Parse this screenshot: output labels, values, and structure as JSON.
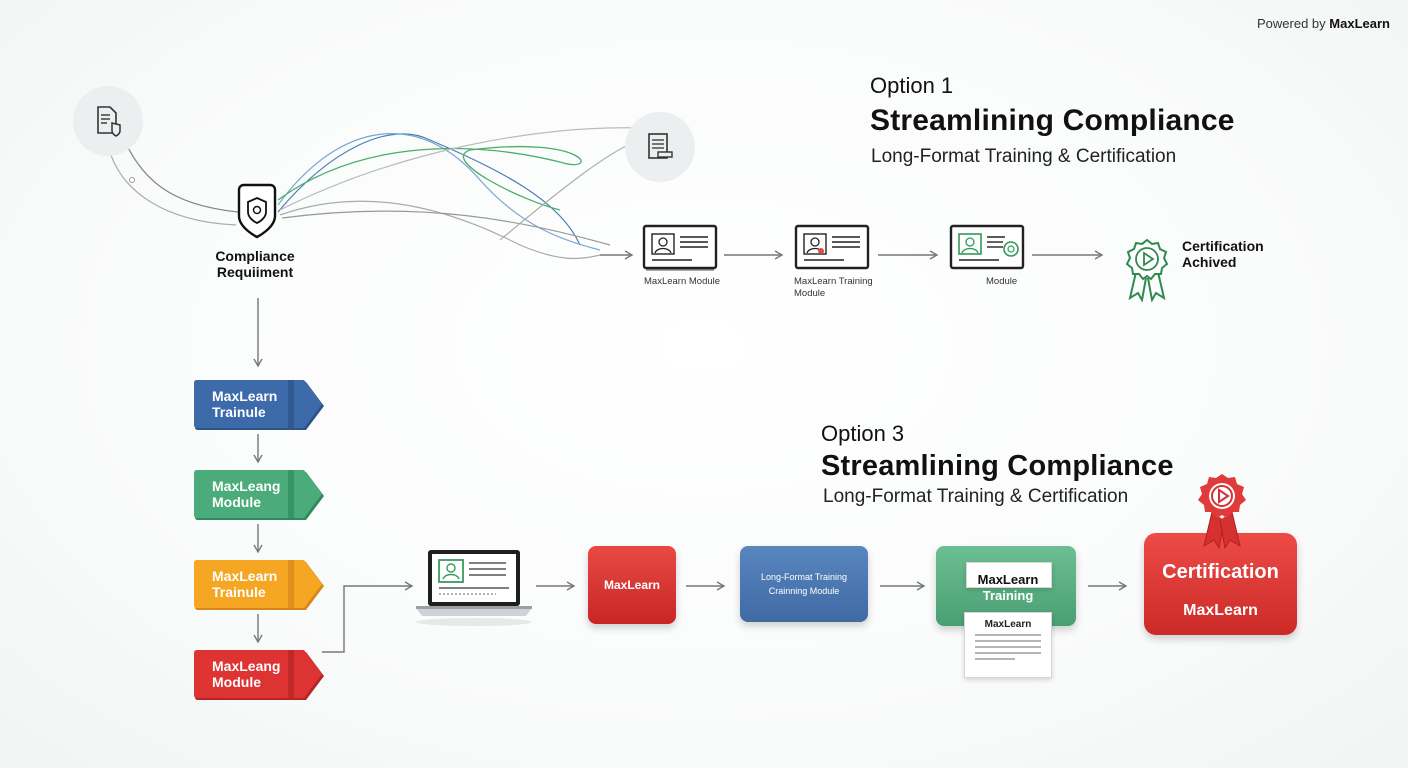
{
  "branding": {
    "powered_by": "Powered by",
    "brand": "MaxLearn"
  },
  "option1": {
    "label": "Option 1",
    "title": "Streamlining Compliance",
    "subtitle": "Long-Format Training & Certification",
    "steps": [
      {
        "label": "MaxLearn Module"
      },
      {
        "label": "MaxLearn Training\nModule"
      },
      {
        "label": "Module"
      }
    ],
    "certification": "Certification\nAchived"
  },
  "option3": {
    "label": "Option 3",
    "title": "Streamlining Compliance",
    "subtitle": "Long-Format Training & Certification",
    "red_card": "MaxLearn",
    "blue_card": "Long-Format Training\nCrainning Module",
    "green_card_top": "MaxLearn",
    "green_card_bottom": "Training",
    "paper_label": "MaxLearn",
    "cert_title": "Certification",
    "cert_brand": "MaxLearn"
  },
  "compliance": {
    "label": "Compliance\nRequiiment"
  },
  "flags": [
    {
      "text": "MaxLearn\nTrainule",
      "color": "#3d6aa8"
    },
    {
      "text": "MaxLeang\nModule",
      "color": "#4bab7b"
    },
    {
      "text": "MaxLearn\nTrainule",
      "color": "#f5a623"
    },
    {
      "text": "MaxLeang\nModule",
      "color": "#dd3333"
    }
  ],
  "colors": {
    "blue": "#3d6aa8",
    "green": "#4bab7b",
    "orange": "#f5a623",
    "red": "#dd3333"
  }
}
